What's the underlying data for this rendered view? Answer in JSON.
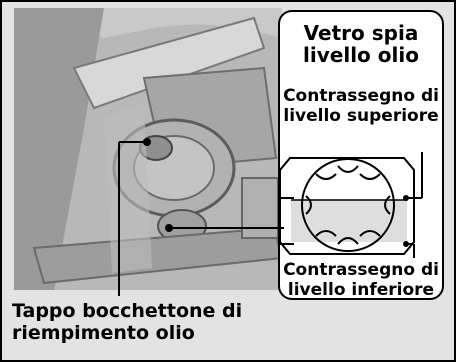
{
  "labels": {
    "title_line1": "Vetro spia",
    "title_line2": "livello olio",
    "upper_line1": "Contrassegno di",
    "upper_line2": "livello superiore",
    "lower_line1": "Contrassegno di",
    "lower_line2": "livello inferiore",
    "cap_line1": "Tappo bocchettone di",
    "cap_line2": "riempimento olio"
  },
  "colors": {
    "background": "#e3e3e3",
    "callout_fill": "#ffffff",
    "line": "#000000",
    "oil_fill": "#dedede"
  }
}
